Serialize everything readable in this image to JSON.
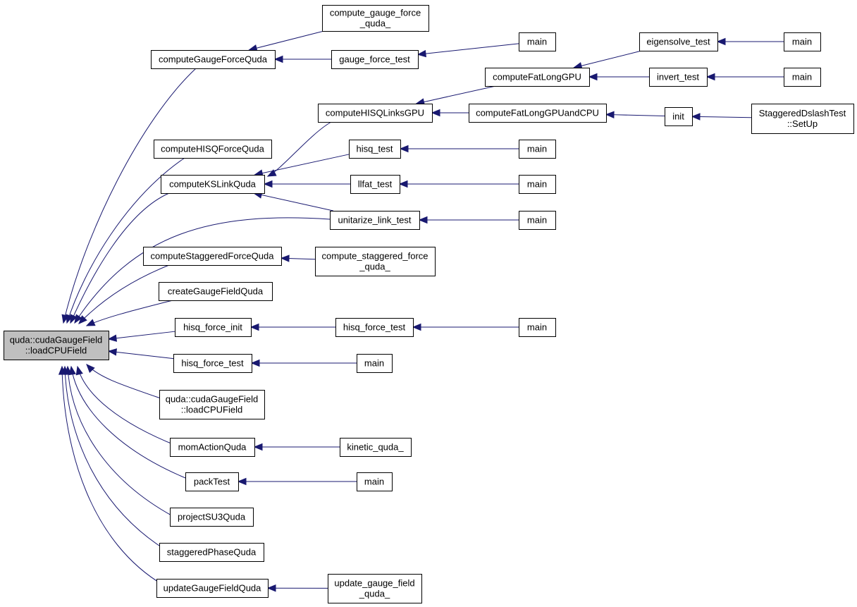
{
  "graph": {
    "nodes": [
      {
        "id": "root",
        "lines": [
          "quda::cudaGaugeField",
          "::loadCPUField"
        ],
        "root": true
      },
      {
        "id": "cgfq",
        "lines": [
          "computeGaugeForceQuda"
        ]
      },
      {
        "id": "cgfq_",
        "lines": [
          "compute_gauge_force",
          "_quda_"
        ]
      },
      {
        "id": "gft",
        "lines": [
          "gauge_force_test"
        ]
      },
      {
        "id": "main1",
        "lines": [
          "main"
        ]
      },
      {
        "id": "chisq",
        "lines": [
          "computeHISQLinksGPU"
        ]
      },
      {
        "id": "cflgpu",
        "lines": [
          "computeFatLongGPU"
        ]
      },
      {
        "id": "cflgc",
        "lines": [
          "computeFatLongGPUandCPU"
        ]
      },
      {
        "id": "eig",
        "lines": [
          "eigensolve_test"
        ]
      },
      {
        "id": "main2",
        "lines": [
          "main"
        ]
      },
      {
        "id": "inv",
        "lines": [
          "invert_test"
        ]
      },
      {
        "id": "main3",
        "lines": [
          "main"
        ]
      },
      {
        "id": "init",
        "lines": [
          "init"
        ]
      },
      {
        "id": "sds",
        "lines": [
          "StaggeredDslashTest",
          "::SetUp"
        ]
      },
      {
        "id": "chfq",
        "lines": [
          "computeHISQForceQuda"
        ]
      },
      {
        "id": "hisqt",
        "lines": [
          "hisq_test"
        ]
      },
      {
        "id": "main4",
        "lines": [
          "main"
        ]
      },
      {
        "id": "cksl",
        "lines": [
          "computeKSLinkQuda"
        ]
      },
      {
        "id": "llfat",
        "lines": [
          "llfat_test"
        ]
      },
      {
        "id": "main5",
        "lines": [
          "main"
        ]
      },
      {
        "id": "unit",
        "lines": [
          "unitarize_link_test"
        ]
      },
      {
        "id": "main6",
        "lines": [
          "main"
        ]
      },
      {
        "id": "csfq",
        "lines": [
          "computeStaggeredForceQuda"
        ]
      },
      {
        "id": "csfq_",
        "lines": [
          "compute_staggered_force",
          "_quda_"
        ]
      },
      {
        "id": "cgfieldq",
        "lines": [
          "createGaugeFieldQuda"
        ]
      },
      {
        "id": "hfi",
        "lines": [
          "hisq_force_init"
        ]
      },
      {
        "id": "hft2",
        "lines": [
          "hisq_force_test"
        ]
      },
      {
        "id": "main7",
        "lines": [
          "main"
        ]
      },
      {
        "id": "hft1",
        "lines": [
          "hisq_force_test"
        ]
      },
      {
        "id": "main8",
        "lines": [
          "main"
        ]
      },
      {
        "id": "cgf2",
        "lines": [
          "quda::cudaGaugeField",
          "::loadCPUField"
        ]
      },
      {
        "id": "mom",
        "lines": [
          "momActionQuda"
        ]
      },
      {
        "id": "kin",
        "lines": [
          "kinetic_quda_"
        ]
      },
      {
        "id": "pack",
        "lines": [
          "packTest"
        ]
      },
      {
        "id": "main9",
        "lines": [
          "main"
        ]
      },
      {
        "id": "psu3",
        "lines": [
          "projectSU3Quda"
        ]
      },
      {
        "id": "spq",
        "lines": [
          "staggeredPhaseQuda"
        ]
      },
      {
        "id": "ugfq",
        "lines": [
          "updateGaugeFieldQuda"
        ]
      },
      {
        "id": "ugfq_",
        "lines": [
          "update_gauge_field",
          "_quda_"
        ]
      }
    ],
    "edges": [
      {
        "from": "cgfq",
        "to": "root"
      },
      {
        "from": "cgfq_",
        "to": "cgfq"
      },
      {
        "from": "gft",
        "to": "cgfq"
      },
      {
        "from": "main1",
        "to": "gft"
      },
      {
        "from": "chisq",
        "to": "root"
      },
      {
        "from": "cflgpu",
        "to": "chisq"
      },
      {
        "from": "cflgc",
        "to": "chisq"
      },
      {
        "from": "eig",
        "to": "cflgpu"
      },
      {
        "from": "inv",
        "to": "cflgpu"
      },
      {
        "from": "main2",
        "to": "eig"
      },
      {
        "from": "main3",
        "to": "inv"
      },
      {
        "from": "init",
        "to": "cflgc"
      },
      {
        "from": "sds",
        "to": "init"
      },
      {
        "from": "chfq",
        "to": "root"
      },
      {
        "from": "cksl",
        "to": "root"
      },
      {
        "from": "hisqt",
        "to": "cksl"
      },
      {
        "from": "main4",
        "to": "hisqt"
      },
      {
        "from": "llfat",
        "to": "cksl"
      },
      {
        "from": "main5",
        "to": "llfat"
      },
      {
        "from": "unit",
        "to": "cksl"
      },
      {
        "from": "unit",
        "to": "root"
      },
      {
        "from": "main6",
        "to": "unit"
      },
      {
        "from": "csfq",
        "to": "root"
      },
      {
        "from": "csfq_",
        "to": "csfq"
      },
      {
        "from": "cgfieldq",
        "to": "root"
      },
      {
        "from": "hfi",
        "to": "root"
      },
      {
        "from": "hft2",
        "to": "hfi"
      },
      {
        "from": "main7",
        "to": "hft2"
      },
      {
        "from": "hft1",
        "to": "root"
      },
      {
        "from": "main8",
        "to": "hft1"
      },
      {
        "from": "cgf2",
        "to": "root"
      },
      {
        "from": "mom",
        "to": "root"
      },
      {
        "from": "kin",
        "to": "mom"
      },
      {
        "from": "pack",
        "to": "root"
      },
      {
        "from": "main9",
        "to": "pack"
      },
      {
        "from": "psu3",
        "to": "root"
      },
      {
        "from": "spq",
        "to": "root"
      },
      {
        "from": "ugfq",
        "to": "root"
      },
      {
        "from": "ugfq_",
        "to": "ugfq"
      }
    ]
  },
  "colors": {
    "edge": "#191970",
    "root_fill": "#bfbfbf",
    "node_fill": "#ffffff",
    "border": "#000000"
  }
}
